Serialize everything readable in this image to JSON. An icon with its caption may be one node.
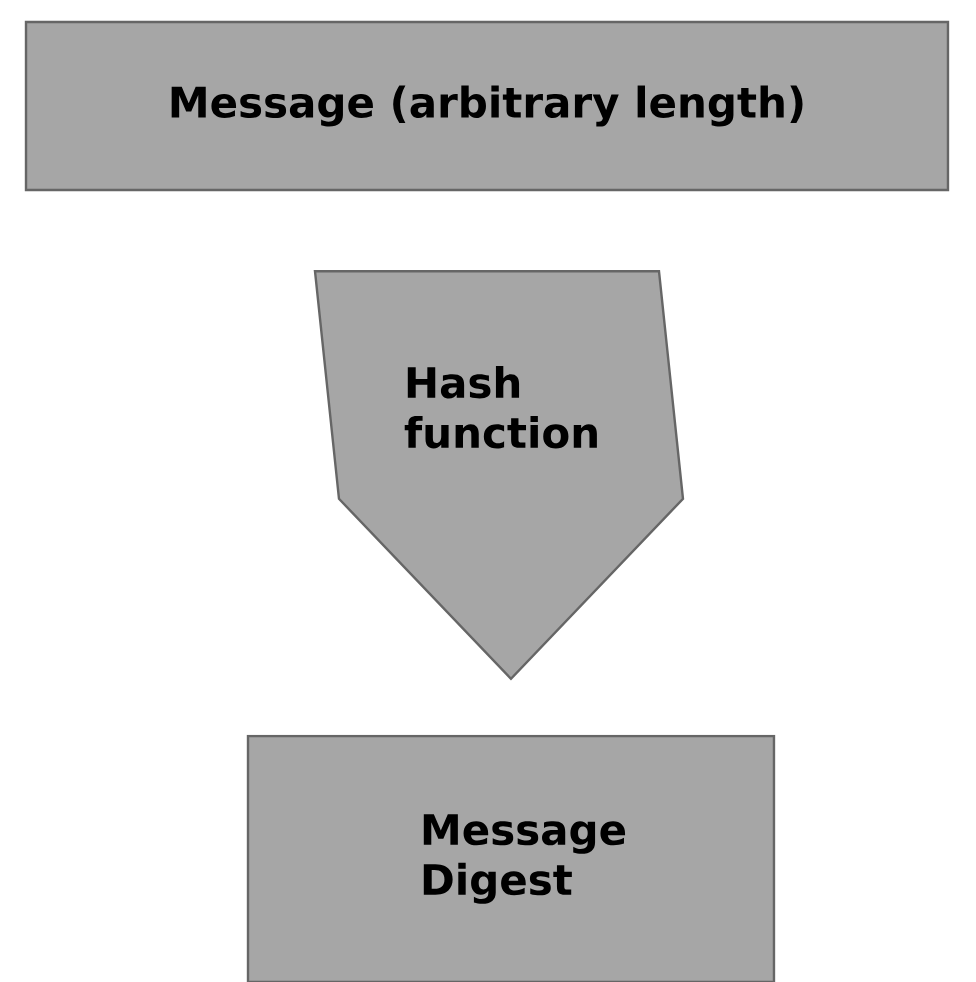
{
  "diagram": {
    "nodes": [
      {
        "text": [
          "Message (arbitrary length)"
        ]
      },
      {
        "text": [
          "Message Digest"
        ]
      }
    ],
    "edges": [
      {
        "from": 0,
        "to": 1,
        "arrow": "to",
        "label": "Hash function",
        "style": "thick"
      }
    ]
  }
}
